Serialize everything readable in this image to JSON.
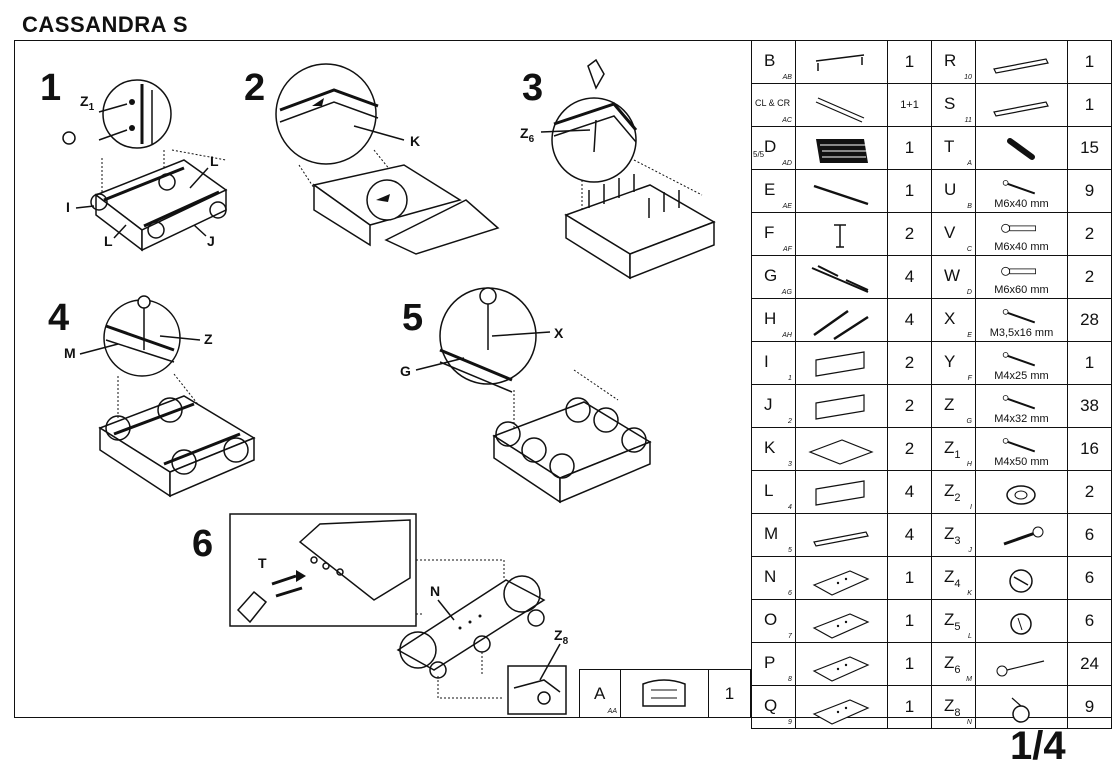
{
  "header": {
    "title": "CASSANDRA S"
  },
  "footer": {
    "page": "1/4"
  },
  "steps": {
    "s1": {
      "num": "1",
      "labels": {
        "z1": "Z",
        "z1sub": "1",
        "i": "I",
        "l1": "L",
        "l2": "L",
        "j": "J"
      }
    },
    "s2": {
      "num": "2",
      "labels": {
        "k": "K"
      }
    },
    "s3": {
      "num": "3",
      "labels": {
        "z6": "Z",
        "z6sub": "6"
      }
    },
    "s4": {
      "num": "4",
      "labels": {
        "m": "M",
        "z": "Z"
      }
    },
    "s5": {
      "num": "5",
      "labels": {
        "g": "G",
        "x": "X"
      }
    },
    "s6": {
      "num": "6",
      "labels": {
        "t": "T",
        "n": "N",
        "z8": "Z",
        "z8sub": "8"
      }
    }
  },
  "parts": {
    "left": [
      {
        "code": "B",
        "sub": "AB",
        "qty": "1",
        "icon": "handle-icon"
      },
      {
        "code": "CL & CR",
        "sub": "AC",
        "qty": "1+1",
        "icon": "rail-icon"
      },
      {
        "code": "D",
        "pre": "5/5",
        "sub": "AD",
        "qty": "1",
        "icon": "slat-grid-icon"
      },
      {
        "code": "E",
        "sub": "AE",
        "qty": "1",
        "icon": "bar-icon"
      },
      {
        "code": "F",
        "sub": "AF",
        "qty": "2",
        "icon": "leg-icon"
      },
      {
        "code": "G",
        "sub": "AG",
        "qty": "4",
        "icon": "gas-lift-icon"
      },
      {
        "code": "H",
        "sub": "AH",
        "qty": "4",
        "icon": "bracket-icon"
      },
      {
        "code": "I",
        "sub": "1",
        "qty": "2",
        "icon": "board-icon"
      },
      {
        "code": "J",
        "sub": "2",
        "qty": "2",
        "icon": "board-icon"
      },
      {
        "code": "K",
        "sub": "3",
        "qty": "2",
        "icon": "panel-icon"
      },
      {
        "code": "L",
        "sub": "4",
        "qty": "4",
        "icon": "board-icon"
      },
      {
        "code": "M",
        "sub": "5",
        "qty": "4",
        "icon": "strip-icon"
      },
      {
        "code": "N",
        "sub": "6",
        "qty": "1",
        "icon": "plate-icon"
      },
      {
        "code": "O",
        "sub": "7",
        "qty": "1",
        "icon": "plate-icon"
      },
      {
        "code": "P",
        "sub": "8",
        "qty": "1",
        "icon": "plate-icon"
      },
      {
        "code": "Q",
        "sub": "9",
        "qty": "1",
        "icon": "plate-icon"
      }
    ],
    "right": [
      {
        "code": "R",
        "sub": "10",
        "qty": "1",
        "icon": "strip-icon"
      },
      {
        "code": "S",
        "sub": "11",
        "qty": "1",
        "icon": "strip-icon"
      },
      {
        "code": "T",
        "sub": "A",
        "qty": "15",
        "icon": "dowel-icon"
      },
      {
        "code": "U",
        "sub": "B",
        "qty": "9",
        "size": "M6x40 mm",
        "icon": "screw-icon"
      },
      {
        "code": "V",
        "sub": "C",
        "qty": "2",
        "size": "M6x40 mm",
        "icon": "bolt-icon"
      },
      {
        "code": "W",
        "sub": "D",
        "qty": "2",
        "size": "M6x60 mm",
        "icon": "bolt-icon"
      },
      {
        "code": "X",
        "sub": "E",
        "qty": "28",
        "size": "M3,5x16 mm",
        "icon": "screw-icon"
      },
      {
        "code": "Y",
        "sub": "F",
        "qty": "1",
        "size": "M4x25 mm",
        "icon": "screw-icon"
      },
      {
        "code": "Z",
        "sub": "G",
        "qty": "38",
        "size": "M4x32 mm",
        "icon": "screw-icon"
      },
      {
        "code": "Z",
        "num": "1",
        "sub": "H",
        "qty": "16",
        "size": "M4x50 mm",
        "icon": "screw-icon"
      },
      {
        "code": "Z",
        "num": "2",
        "sub": "I",
        "qty": "2",
        "icon": "washer-icon"
      },
      {
        "code": "Z",
        "num": "3",
        "sub": "J",
        "qty": "6",
        "icon": "connector-bolt-icon"
      },
      {
        "code": "Z",
        "num": "4",
        "sub": "K",
        "qty": "6",
        "icon": "cam-lock-icon"
      },
      {
        "code": "Z",
        "num": "5",
        "sub": "L",
        "qty": "6",
        "icon": "cap-icon"
      },
      {
        "code": "Z",
        "num": "6",
        "sub": "M",
        "qty": "24",
        "icon": "nail-icon"
      },
      {
        "code": "Z",
        "num": "8",
        "sub": "N",
        "qty": "9",
        "icon": "hook-icon"
      }
    ],
    "a": {
      "code": "A",
      "sub": "AA",
      "qty": "1",
      "icon": "headboard-icon"
    }
  }
}
